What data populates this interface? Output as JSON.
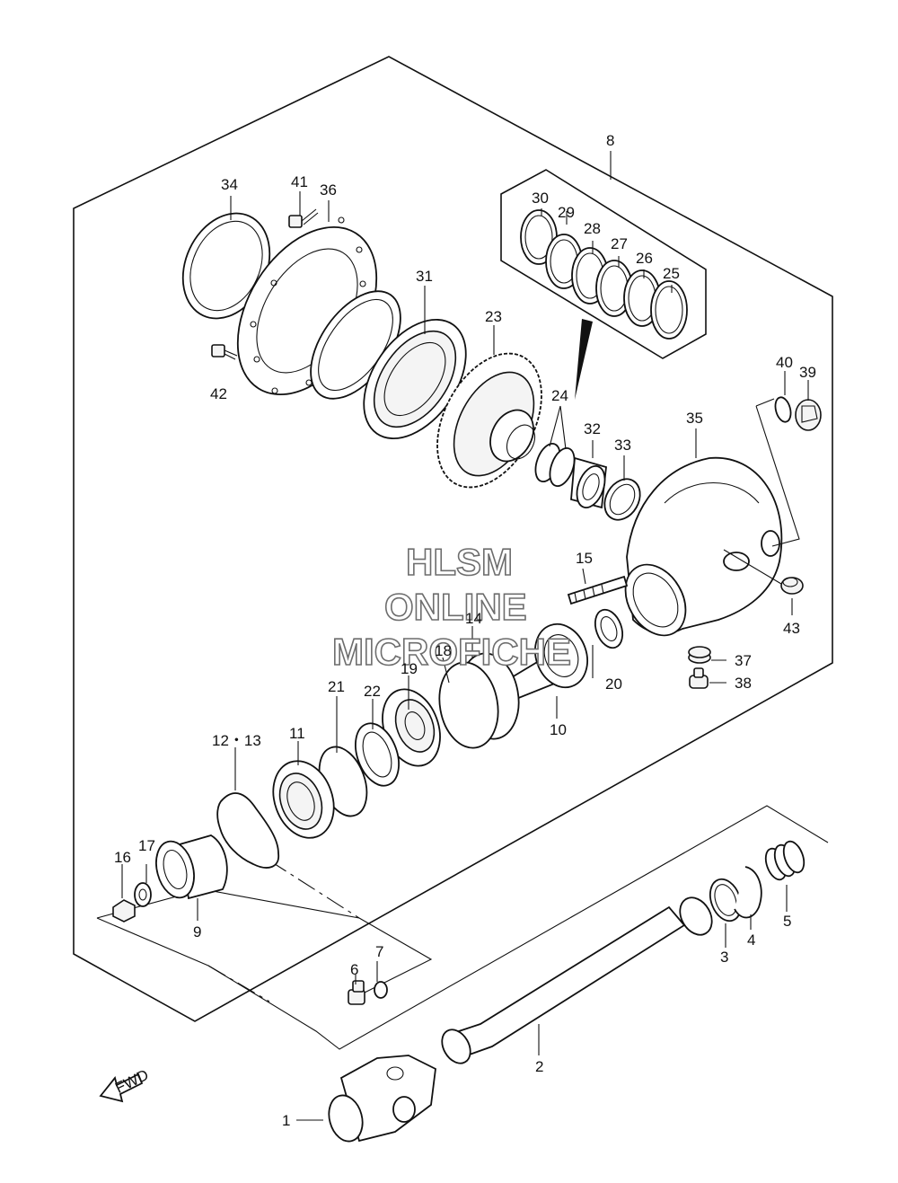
{
  "watermark": {
    "line1": "HLSM",
    "line2": "ONLINE",
    "line3": "MICROFICHE"
  },
  "fwd_label": "FWD",
  "labels": {
    "p1": "1",
    "p2": "2",
    "p3": "3",
    "p4": "4",
    "p5": "5",
    "p6": "6",
    "p7": "7",
    "p8": "8",
    "p9": "9",
    "p10": "10",
    "p11": "11",
    "p12_13": "12・13",
    "p14": "14",
    "p15": "15",
    "p16": "16",
    "p17": "17",
    "p18": "18",
    "p19": "19",
    "p20": "20",
    "p21": "21",
    "p22": "22",
    "p23": "23",
    "p24": "24",
    "p25": "25",
    "p26": "26",
    "p27": "27",
    "p28": "28",
    "p29": "29",
    "p30": "30",
    "p31": "31",
    "p32": "32",
    "p33": "33",
    "p34": "34",
    "p35": "35",
    "p36": "36",
    "p37": "37",
    "p38": "38",
    "p39": "39",
    "p40": "40",
    "p41": "41",
    "p42": "42",
    "p43": "43"
  }
}
